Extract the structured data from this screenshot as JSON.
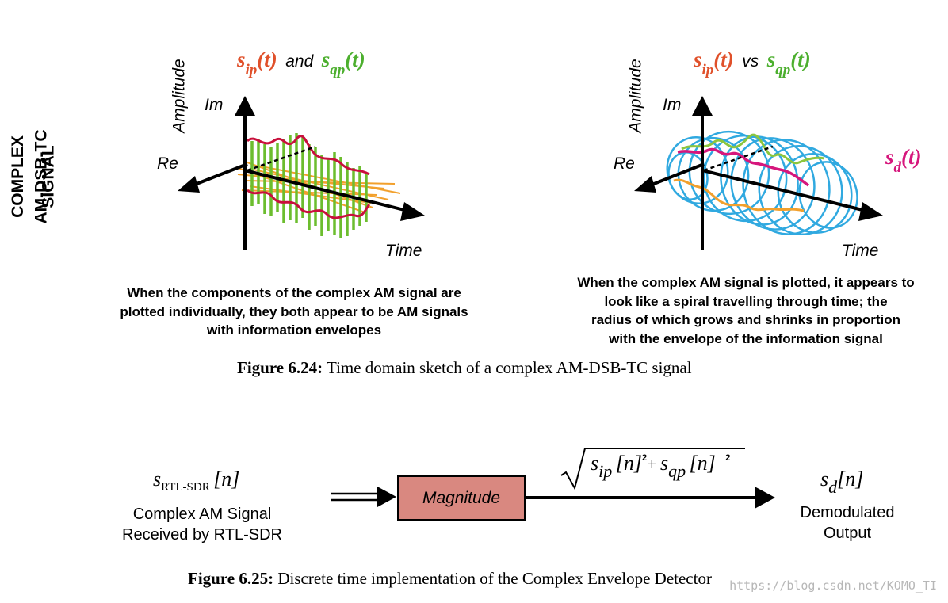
{
  "side_label": {
    "line1": "COMPLEX",
    "line2": "AM-DSB-TC",
    "line3": "SIGNAL"
  },
  "left_plot": {
    "title_s1": "s",
    "title_sub1": "ip",
    "title_t1": "(t)",
    "title_joiner": "and",
    "title_s2": "s",
    "title_sub2": "qp",
    "title_t2": "(t)",
    "y_label": "Amplitude",
    "im_label": "Im",
    "re_label": "Re",
    "time_label": "Time",
    "description": [
      "When the components of the complex AM signal are",
      "plotted individually, they both appear to be AM signals",
      "with information envelopes"
    ]
  },
  "right_plot": {
    "title_s1": "s",
    "title_sub1": "ip",
    "title_t1": "(t)",
    "title_joiner": "vs",
    "title_s2": "s",
    "title_sub2": "qp",
    "title_t2": "(t)",
    "sd_s": "s",
    "sd_sub": "d",
    "sd_t": "(t)",
    "y_label": "Amplitude",
    "im_label": "Im",
    "re_label": "Re",
    "time_label": "Time",
    "description": [
      "When the complex AM signal is plotted, it appears to",
      "look like a spiral travelling through time; the",
      "radius of which grows and shrinks in proportion",
      "with the envelope of the information signal"
    ]
  },
  "figure_624": {
    "label": "Figure 6.24:",
    "text": " Time domain sketch of a complex AM-DSB-TC signal"
  },
  "block_diagram": {
    "input_s": "s",
    "input_sub": "RTL-SDR",
    "input_n": "[n]",
    "input_desc1": "Complex AM Signal",
    "input_desc2": "Received by RTL-SDR",
    "block_label": "Magnitude",
    "formula": {
      "s1": "s",
      "sub1": "ip",
      "n1": "[n]",
      "sq1": "2",
      "plus": "+",
      "s2": "s",
      "sub2": "qp",
      "n2": "[n]",
      "sq2": "2"
    },
    "output_s": "s",
    "output_sub": "d",
    "output_n": "[n]",
    "output_desc1": "Demodulated",
    "output_desc2": "Output"
  },
  "figure_625": {
    "label": "Figure 6.25:",
    "text": " Discrete time implementation of the Complex Envelope Detector"
  },
  "watermark": "https://blog.csdn.net/KOMO_TI",
  "colors": {
    "ip": "#e0502a",
    "qp": "#4caf2e",
    "sd": "#d6167c",
    "spiral": "#30a9e0",
    "envelope": "#c8103c",
    "orange_wave": "#f2a02c",
    "green_wave": "#6cbd2e",
    "block_fill": "#d98880"
  }
}
